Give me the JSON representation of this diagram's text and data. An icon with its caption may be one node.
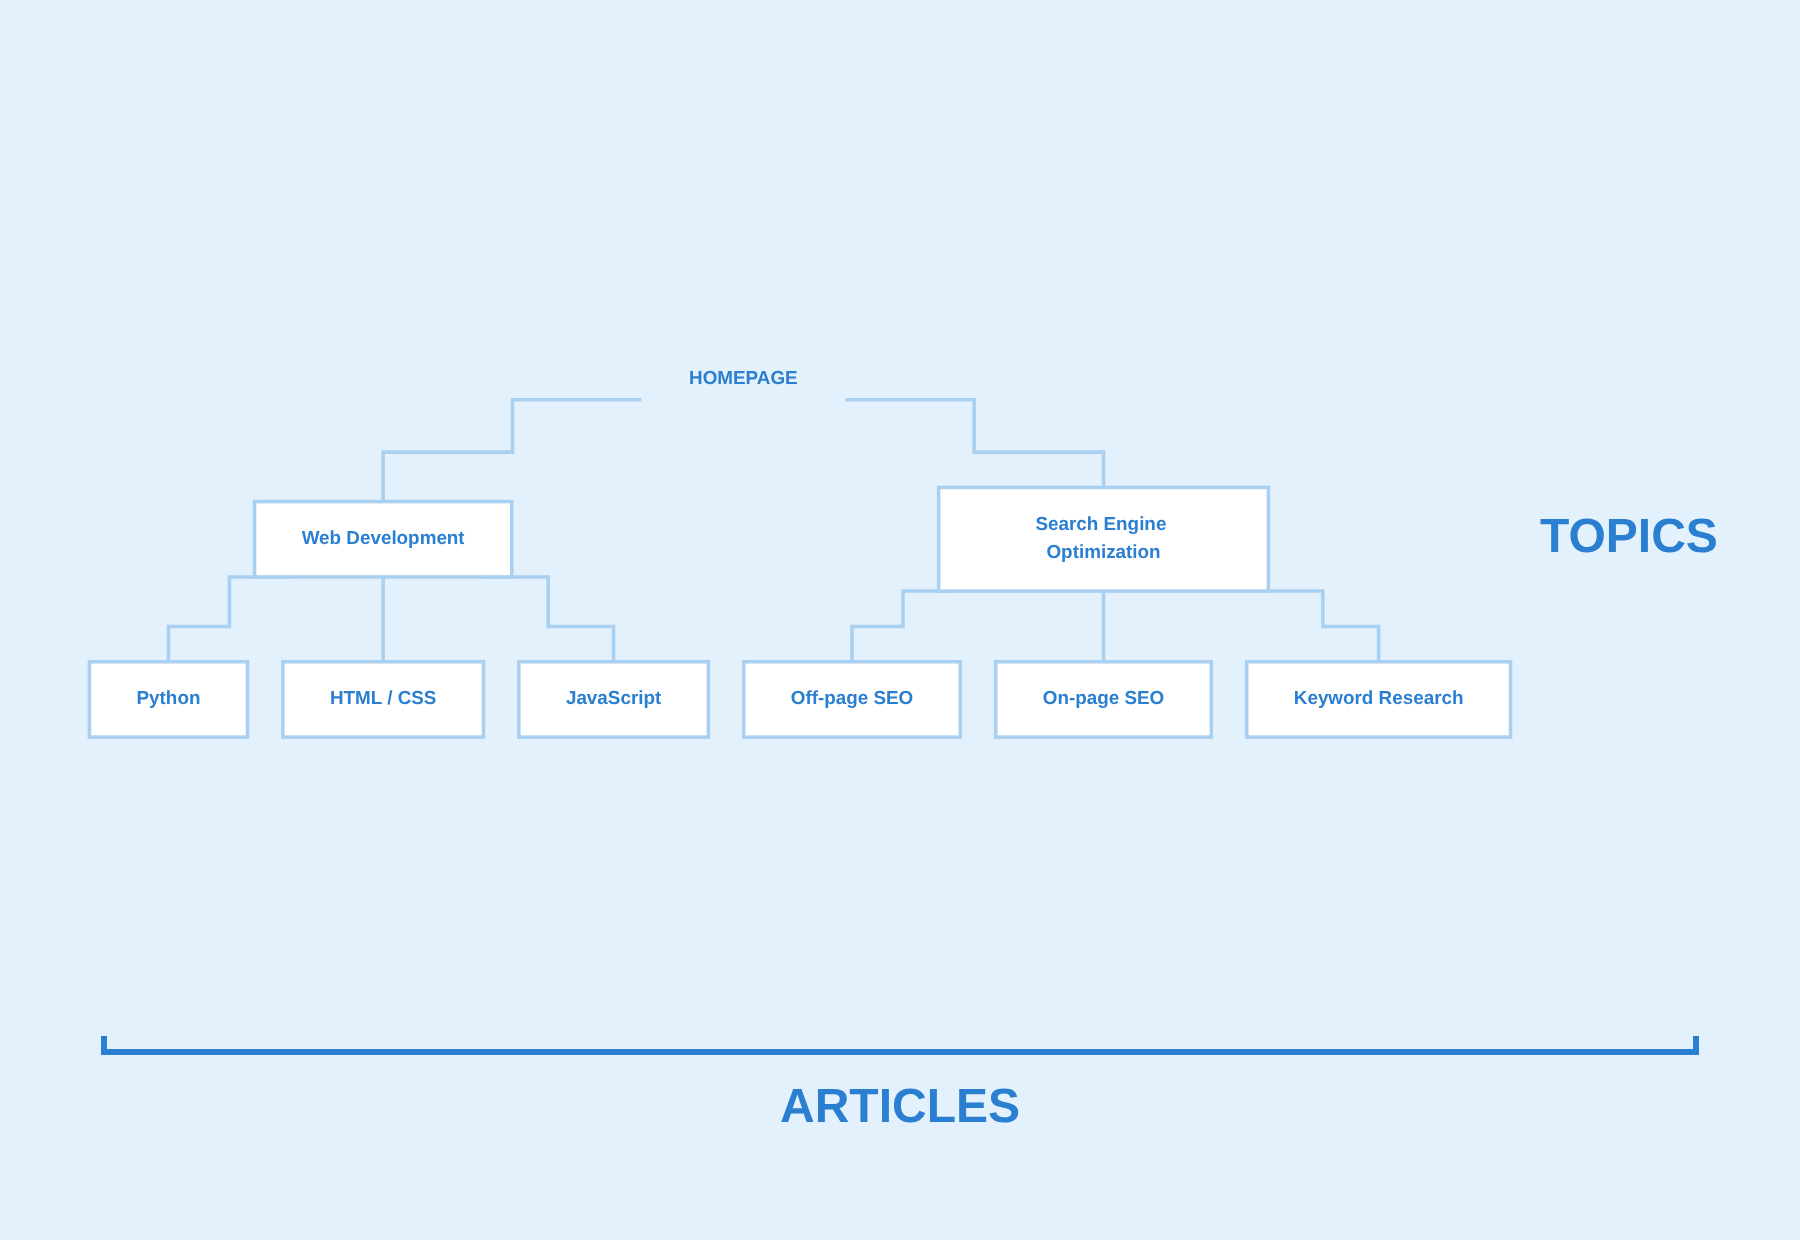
{
  "diagram": {
    "nodes": [
      {
        "text": [
          "HOMEPAGE"
        ]
      },
      {
        "text": [
          "Web Development"
        ]
      },
      {
        "text": [
          "Search Engine Optimization"
        ]
      },
      {
        "text": [
          "Python"
        ]
      },
      {
        "text": [
          "HTML / CSS"
        ]
      },
      {
        "text": [
          "JavaScript"
        ]
      },
      {
        "text": [
          "Off-page SEO"
        ]
      },
      {
        "text": [
          "On-page SEO"
        ]
      },
      {
        "text": [
          "Keyword Research"
        ]
      }
    ],
    "edges": [
      {
        "from": 0,
        "to": 1,
        "arrow": "none"
      },
      {
        "from": 0,
        "to": 2,
        "arrow": "none"
      },
      {
        "from": 1,
        "to": 3,
        "arrow": "none"
      },
      {
        "from": 1,
        "to": 4,
        "arrow": "none"
      },
      {
        "from": 1,
        "to": 5,
        "arrow": "none"
      },
      {
        "from": 2,
        "to": 6,
        "arrow": "none"
      },
      {
        "from": 2,
        "to": 7,
        "arrow": "none"
      },
      {
        "from": 2,
        "to": 8,
        "arrow": "none"
      }
    ],
    "labels": [
      "TOPICS",
      "ARTICLES"
    ]
  }
}
